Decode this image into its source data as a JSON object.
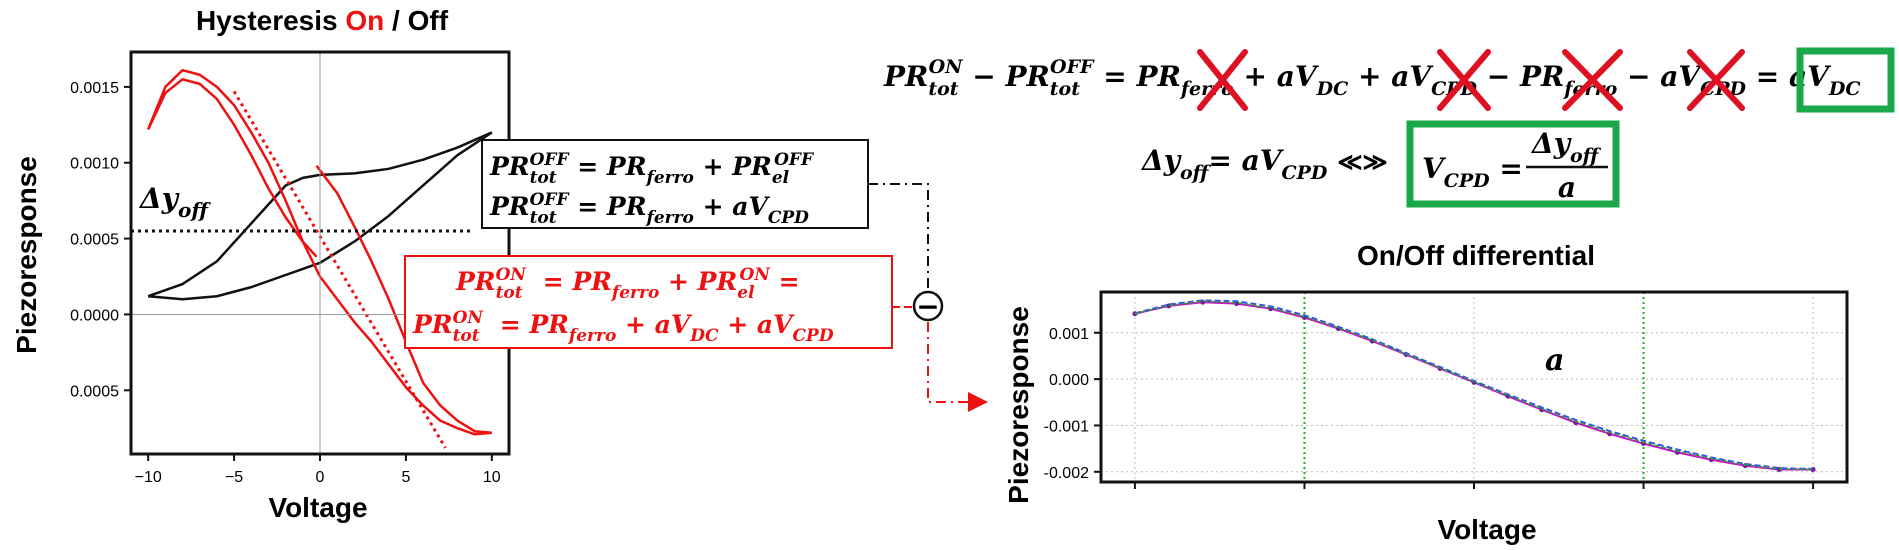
{
  "colors": {
    "on": "#ee1111",
    "off": "#111111",
    "green_box": "#1aa84a",
    "cross": "#dd1122",
    "diff_magenta": "#cc11cc",
    "diff_blue": "#3355ee",
    "grid_green": "#22aa22"
  },
  "chart_data": [
    {
      "type": "line",
      "title_parts": [
        "Hysteresis ",
        "On",
        " / Off"
      ],
      "xlabel": "Voltage",
      "ylabel": "Piezoresponse",
      "xlim": [
        -11,
        11
      ],
      "ylim": [
        -0.00092,
        0.00173
      ],
      "xticks": [
        -10,
        -5,
        0,
        5,
        10
      ],
      "xtick_labels": [
        "−10",
        "−5",
        "0",
        "5",
        "10"
      ],
      "yticks": [
        0.0015,
        0.001,
        0.0005,
        0.0,
        -0.0005
      ],
      "ytick_labels": [
        "0.0015",
        "0.0010",
        "0.0005",
        "0.0000",
        "0.0005"
      ],
      "grid": "zero-lines",
      "series": [
        {
          "color": "off",
          "style": "solid",
          "x": [
            -10,
            -8,
            -6,
            -4,
            -2,
            -1,
            0,
            2,
            4,
            6,
            8,
            10
          ],
          "y": [
            0.00012,
            0.0002,
            0.00035,
            0.0006,
            0.00085,
            0.0009,
            0.00092,
            0.00093,
            0.00096,
            0.00102,
            0.0011,
            0.0012
          ]
        },
        {
          "color": "off",
          "style": "solid",
          "x": [
            10,
            8,
            6,
            4,
            2,
            0,
            -1,
            -2,
            -4,
            -6,
            -8,
            -10
          ],
          "y": [
            0.0012,
            0.00105,
            0.00085,
            0.00065,
            0.00048,
            0.00034,
            0.0003,
            0.00026,
            0.00018,
            0.00012,
            0.0001,
            0.00012
          ]
        },
        {
          "color": "on",
          "style": "solid",
          "x": [
            -10,
            -9,
            -8,
            -7,
            -6,
            -5,
            -4,
            -3,
            -2,
            -1,
            0,
            1,
            2,
            3,
            4,
            5,
            6,
            7,
            8,
            9,
            10
          ],
          "y": [
            0.00122,
            0.0015,
            0.00161,
            0.00158,
            0.0015,
            0.00138,
            0.0012,
            0.001,
            0.00075,
            0.00048,
            0.00025,
            0.0001,
            -5e-05,
            -0.00018,
            -0.00033,
            -0.00048,
            -0.0006,
            -0.0007,
            -0.00075,
            -0.00079,
            -0.00078
          ]
        },
        {
          "color": "on",
          "style": "solid",
          "x": [
            -10,
            -9,
            -8,
            -7,
            -6,
            -5,
            -4,
            -3,
            -2,
            -1,
            -0.2
          ],
          "y": [
            0.00122,
            0.00146,
            0.00155,
            0.00152,
            0.00142,
            0.00125,
            0.00105,
            0.00083,
            0.00064,
            0.00048,
            0.00038
          ]
        },
        {
          "color": "on",
          "style": "solid",
          "x": [
            -0.2,
            1,
            2,
            3,
            4,
            5,
            6,
            7,
            8,
            9,
            10
          ],
          "y": [
            0.00098,
            0.0008,
            0.00058,
            0.00035,
            0.0001,
            -0.00018,
            -0.00045,
            -0.0006,
            -0.0007,
            -0.00077,
            -0.00078
          ]
        },
        {
          "color": "on",
          "style": "dotted",
          "x": [
            -5,
            7.3
          ],
          "y": [
            0.00147,
            -0.00088
          ]
        },
        {
          "color": "off",
          "style": "dotted",
          "x": [
            -11,
            8.8
          ],
          "y": [
            0.00055,
            0.00055
          ]
        }
      ]
    },
    {
      "type": "line",
      "title": "On/Off differential",
      "xlabel": "Voltage",
      "ylabel": "Piezoresponse",
      "xlim": [
        -11,
        11
      ],
      "ylim": [
        -0.00222,
        0.00188
      ],
      "yticks": [
        0.001,
        0.0,
        -0.001,
        -0.002
      ],
      "ytick_labels": [
        "0.001",
        "0.000",
        "-0.001",
        "-0.002"
      ],
      "vlines": [
        -5,
        5
      ],
      "grid": "dotted",
      "series": [
        {
          "color": "diff_magenta",
          "x": [
            -10,
            -9,
            -8,
            -7,
            -6,
            -5,
            -4,
            -3,
            -2,
            -1,
            0,
            1,
            2,
            3,
            4,
            5,
            6,
            7,
            8,
            9,
            10
          ],
          "y": [
            0.00141,
            0.00158,
            0.00166,
            0.00163,
            0.00152,
            0.00133,
            0.00109,
            0.00082,
            0.00053,
            0.00023,
            -7e-05,
            -0.00037,
            -0.00066,
            -0.00094,
            -0.00118,
            -0.00139,
            -0.00158,
            -0.00174,
            -0.00187,
            -0.00195,
            -0.00195
          ]
        },
        {
          "color": "diff_blue",
          "x": [
            -10,
            -9,
            -8,
            -7,
            -6,
            -5,
            -4,
            -3,
            -2,
            -1,
            0,
            1,
            2,
            3,
            4,
            5,
            6,
            7,
            8,
            9,
            10
          ],
          "y": [
            0.00142,
            0.00161,
            0.0017,
            0.00168,
            0.00157,
            0.00138,
            0.00113,
            0.00086,
            0.00056,
            0.00026,
            -4e-05,
            -0.00033,
            -0.00061,
            -0.00088,
            -0.00112,
            -0.00133,
            -0.00152,
            -0.00169,
            -0.00183,
            -0.00192,
            -0.00194
          ]
        },
        {
          "color": "diff_green",
          "x": [
            -10,
            -9,
            -8,
            -7,
            -6,
            -5,
            -4,
            -3,
            -2,
            -1,
            0,
            1,
            2,
            3,
            4,
            5,
            6,
            7,
            8,
            9,
            10
          ],
          "y": [
            0.00141,
            0.00159,
            0.00168,
            0.00165,
            0.00154,
            0.00135,
            0.00111,
            0.00084,
            0.00054,
            0.00024,
            -6e-05,
            -0.00035,
            -0.00064,
            -0.00091,
            -0.00115,
            -0.00136,
            -0.00155,
            -0.00171,
            -0.00185,
            -0.00194,
            -0.00195
          ]
        }
      ]
    }
  ],
  "labels": {
    "delta_y_off": {
      "main": "Δy",
      "sub": "off"
    },
    "off_box_line1": {
      "lhs": "PR",
      "sub": "tot",
      "sup": "OFF",
      "rhs_a": " = PR",
      "rhs_sub": "ferro",
      "rhs_b": " + PR",
      "rhs_sub2": "el",
      "rhs_sup2": "OFF"
    },
    "off_box_line2": {
      "lhs": "PR",
      "sub": "tot",
      "sup": "OFF",
      "rhs_a": " = PR",
      "rhs_sub": "ferro",
      "rhs_b": " + aV",
      "rhs_sub2": "CPD"
    },
    "on_box_line1": {
      "lhs": "PR",
      "sub": "tot",
      "sup": "ON",
      "rhs_a": " = PR",
      "rhs_sub": "ferro",
      "rhs_b": " + PR",
      "rhs_sub2": "el",
      "rhs_sup2": "ON",
      "tail": " ="
    },
    "on_box_line2": {
      "lhs": "PR",
      "sub": "tot",
      "sup": "ON",
      "rhs_a": " = PR",
      "rhs_sub": "ferro",
      "rhs_b": " + aV",
      "rhs_sub2": "DC",
      "rhs_c": " + aV",
      "rhs_sub3": "CPD"
    },
    "a_label": "a"
  },
  "equation_top": {
    "t1": "PR",
    "t1_sub": "tot",
    "t1_sup": "ON",
    "minus1": " − ",
    "t2": "PR",
    "t2_sub": "tot",
    "t2_sup": "OFF",
    "eq1": " = ",
    "t3": "PR",
    "t3_sub": "ferro",
    "plus1": " + ",
    "t4": "aV",
    "t4_sub": "DC",
    "plus2": " + ",
    "t5": "aV",
    "t5_sub": "CPD",
    "minus2": " − ",
    "t6": "PR",
    "t6_sub": "ferro",
    "minus3": " − ",
    "t7": "aV",
    "t7_sub": "CPD",
    "eq2": " = ",
    "result": "aV",
    "result_sub": "DC"
  },
  "equation_second": {
    "lhs": "Δy",
    "lhs_sub": "off",
    "eq": "= aV",
    "eq_sub": "CPD",
    "arrows": "≪≫",
    "rhs": "V",
    "rhs_sub": "CPD",
    "rhs_eq": " = ",
    "num": "Δy",
    "num_sub": "off",
    "den": "a"
  },
  "minus_symbol": "−"
}
